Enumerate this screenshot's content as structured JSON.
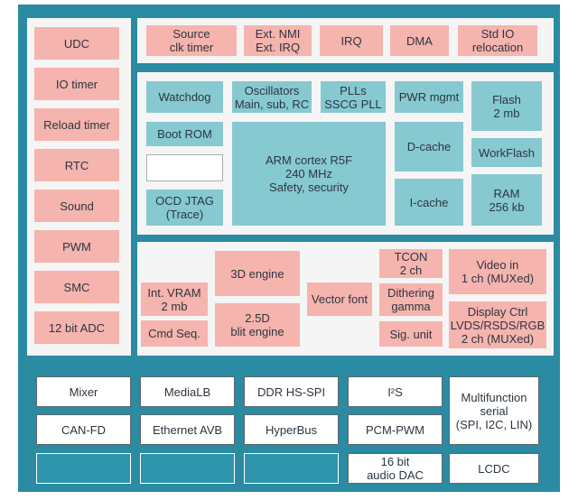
{
  "left_column": [
    {
      "id": "udc",
      "label": "UDC"
    },
    {
      "id": "io-timer",
      "label": "IO timer"
    },
    {
      "id": "reload-timer",
      "label": "Reload timer"
    },
    {
      "id": "rtc",
      "label": "RTC"
    },
    {
      "id": "sound",
      "label": "Sound"
    },
    {
      "id": "pwm",
      "label": "PWM"
    },
    {
      "id": "smc",
      "label": "SMC"
    },
    {
      "id": "adc",
      "label": "12 bit ADC"
    }
  ],
  "top_row": [
    {
      "id": "source-clk-timer",
      "label": "Source\nclk timer"
    },
    {
      "id": "ext-nmi-irq",
      "label": "Ext. NMI\nExt. IRQ"
    },
    {
      "id": "irq",
      "label": "IRQ"
    },
    {
      "id": "dma",
      "label": "DMA"
    },
    {
      "id": "std-io-relocation",
      "label": "Std IO\nrelocation"
    }
  ],
  "core": {
    "watchdog": "Watchdog",
    "oscillators": "Oscillators\nMain, sub, RC",
    "plls": "PLLs\nSSCG PLL",
    "pwr_mgmt": "PWR mgmt",
    "flash": "Flash\n2 mb",
    "boot_rom": "Boot ROM",
    "cpu": "ARM cortex R5F\n240 MHz\nSafety, security",
    "d_cache": "D-cache",
    "workflash": "WorkFlash",
    "ocd_jtag": "OCD JTAG\n(Trace)",
    "i_cache": "I-cache",
    "ram": "RAM\n256 kb"
  },
  "graphics": {
    "three_d_engine": "3D engine",
    "int_vram": "Int. VRAM\n2 mb",
    "vector_font": "Vector font",
    "blit_engine": "2.5D\nblit engine",
    "cmd_seq": "Cmd Seq.",
    "tcon": "TCON\n2 ch",
    "dithering": "Dithering\ngamma",
    "sig_unit": "Sig. unit",
    "video_in": "Video in\n1 ch (MUXed)",
    "display_ctrl": "Display Ctrl\nLVDS/RSDS/RGB\n2 ch (MUXed)"
  },
  "bottom": {
    "mixer": "Mixer",
    "medialb": "MediaLB",
    "ddr_hs_spi": "DDR HS-SPI",
    "i2s": "I²S",
    "multifunction_serial": "Multifunction\nserial\n(SPI, I2C, LIN)",
    "can_fd": "CAN-FD",
    "ethernet_avb": "Ethernet AVB",
    "hyperbus": "HyperBus",
    "pcm_pwm": "PCM-PWM",
    "audio_dac": "16 bit\naudio DAC",
    "lcdc": "LCDC"
  },
  "colors": {
    "frame": "#2a8ba2",
    "peripheral": "#f6b4ae",
    "core": "#86c9d1",
    "interface": "#ffffff"
  }
}
